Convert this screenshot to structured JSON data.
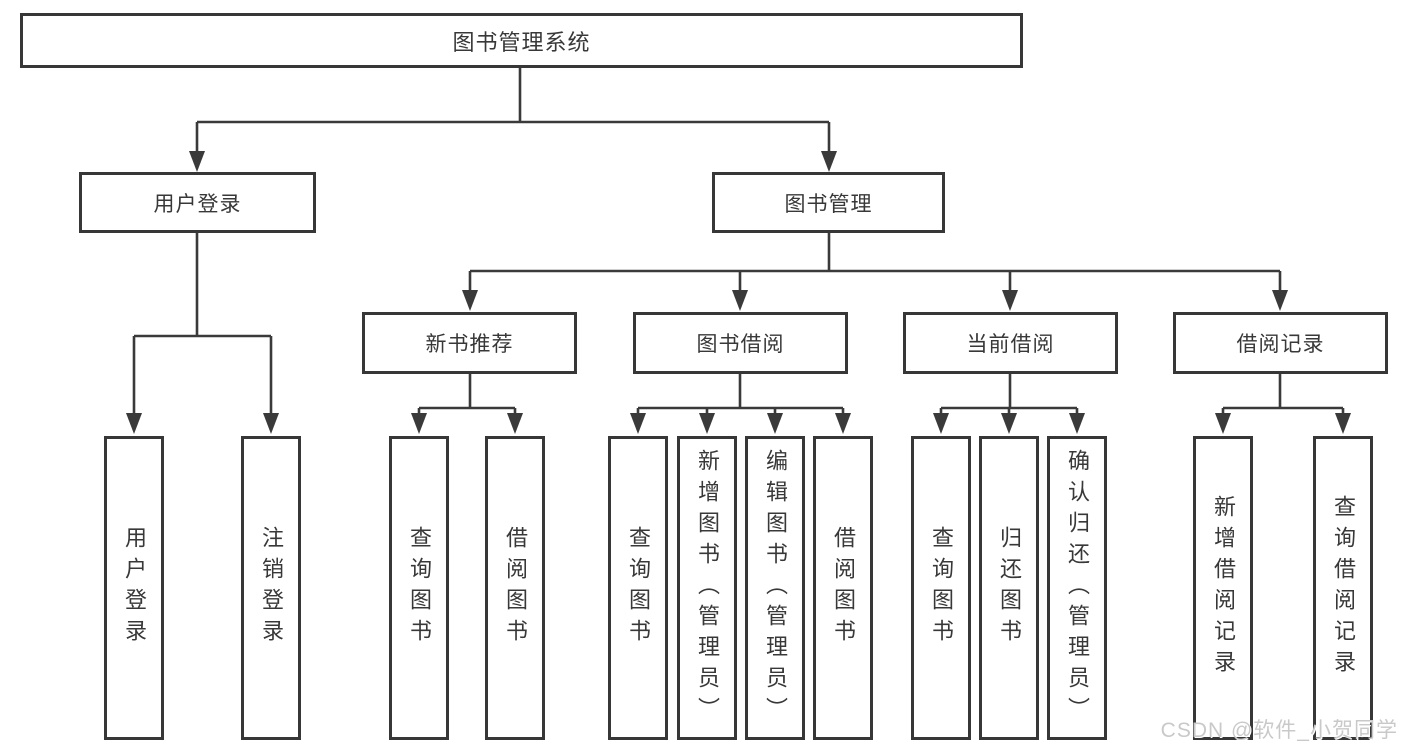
{
  "diagram": {
    "root": {
      "label": "图书管理系统"
    },
    "level2": [
      {
        "label": "用户登录"
      },
      {
        "label": "图书管理"
      }
    ],
    "level3": [
      {
        "label": "新书推荐",
        "parent": "图书管理"
      },
      {
        "label": "图书借阅",
        "parent": "图书管理"
      },
      {
        "label": "当前借阅",
        "parent": "图书管理"
      },
      {
        "label": "借阅记录",
        "parent": "图书管理"
      }
    ],
    "leaves": [
      {
        "label": "用户登录",
        "parent": "用户登录"
      },
      {
        "label": "注销登录",
        "parent": "用户登录"
      },
      {
        "label": "查询图书",
        "parent": "新书推荐"
      },
      {
        "label": "借阅图书",
        "parent": "新书推荐"
      },
      {
        "label": "查询图书",
        "parent": "图书借阅"
      },
      {
        "label": "新增图书（管理员）",
        "parent": "图书借阅"
      },
      {
        "label": "编辑图书（管理员）",
        "parent": "图书借阅"
      },
      {
        "label": "借阅图书",
        "parent": "图书借阅"
      },
      {
        "label": "查询图书",
        "parent": "当前借阅"
      },
      {
        "label": "归还图书",
        "parent": "当前借阅"
      },
      {
        "label": "确认归还（管理员）",
        "parent": "当前借阅"
      },
      {
        "label": "新增借阅记录",
        "parent": "借阅记录"
      },
      {
        "label": "查询借阅记录",
        "parent": "借阅记录"
      }
    ],
    "colors": {
      "line": "#3a3a3a",
      "text": "#383838",
      "box_border": "#373737",
      "box_fill": "#ffffff",
      "background": "#ffffff",
      "watermark": "#c9c9c9"
    }
  },
  "watermark": {
    "text": "CSDN @软件_小贺同学"
  }
}
